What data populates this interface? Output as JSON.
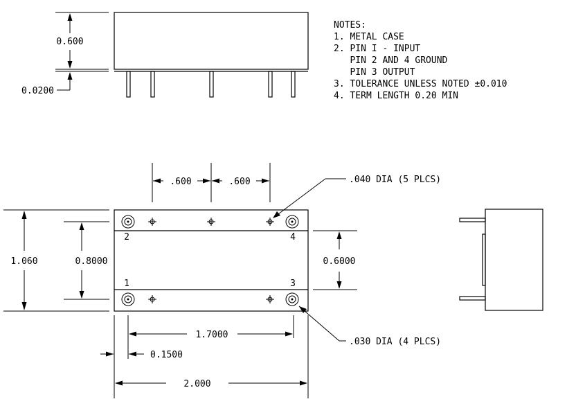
{
  "notes": {
    "heading": "NOTES:",
    "lines": [
      "1. METAL CASE",
      "2. PIN I - INPUT",
      "   PIN 2 AND 4 GROUND",
      "   PIN 3 OUTPUT",
      "3. TOLERANCE UNLESS NOTED ±0.010",
      "4. TERM LENGTH 0.20 MIN"
    ]
  },
  "side_view": {
    "height": "0.600",
    "standoff": "0.0200"
  },
  "top_view": {
    "pitch_left": ".600",
    "pitch_right": ".600",
    "hole_callout": ".040 DIA (5 PLCS)",
    "pin_callout": ".030 DIA (4 PLCS)",
    "overall_height": "1.060",
    "pin_row_spacing": "0.8000",
    "inner_spacing": "0.6000",
    "pin_span": "1.7000",
    "edge_offset": "0.1500",
    "overall_length": "2.000",
    "pin_labels": [
      "1",
      "2",
      "3",
      "4"
    ]
  }
}
